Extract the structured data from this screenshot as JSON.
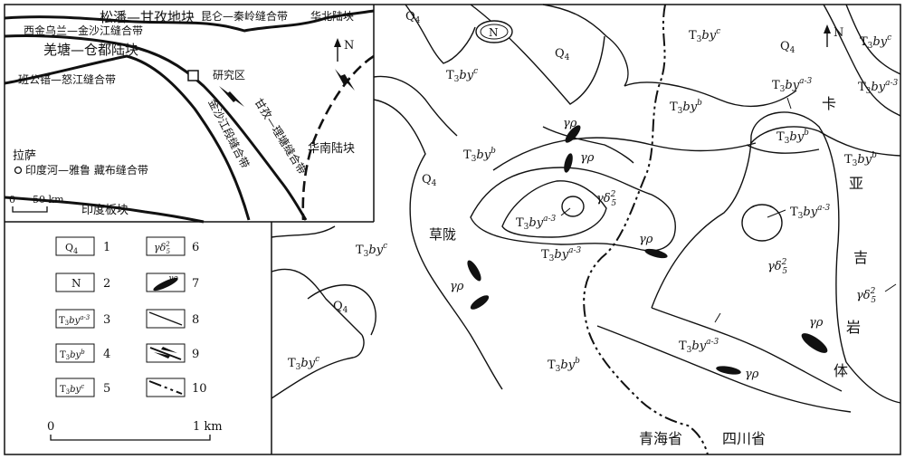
{
  "inset": {
    "labels": {
      "songpan": "松潘—甘孜地块",
      "kunlun": "昆仑—秦岭缝合带",
      "huabei": "华北陆块",
      "xijin": "西金乌兰—金沙江缝合带",
      "qiangtang": "羌塘—仓都陆块",
      "yanjiu": "研究区",
      "bangong": "班公错—怒江缝合带",
      "jinsha": "金沙江段缝合带",
      "ganzi": "甘孜—理塘缝合带",
      "huanan": "华南陆块",
      "lasa": "拉萨",
      "yindu_suture": "印度河—雅鲁 藏布缝合带",
      "yindu_plate": "印度板块",
      "scale_0": "0",
      "scale_50": "50 km",
      "north": "N"
    }
  },
  "legend": {
    "items": [
      {
        "num": "1",
        "sym": "Q4"
      },
      {
        "num": "2",
        "sym": "N"
      },
      {
        "num": "3",
        "sym": "T3bya-3"
      },
      {
        "num": "4",
        "sym": "T3byb"
      },
      {
        "num": "5",
        "sym": "T3byc"
      },
      {
        "num": "6",
        "sym": "γδ52"
      },
      {
        "num": "7",
        "sym": "γρ"
      },
      {
        "num": "8",
        "sym": "line"
      },
      {
        "num": "9",
        "sym": "fault"
      },
      {
        "num": "10",
        "sym": "boundary"
      }
    ],
    "scale_0": "0",
    "scale_1": "1 km"
  },
  "map": {
    "north": "N",
    "caolong": "草陇",
    "ka": "卡",
    "ya": "亚",
    "ji": "吉",
    "yan": "岩",
    "ti": "体",
    "qinghai": "青海省",
    "sichuan": "四川省",
    "n_mark": "N"
  },
  "colors": {
    "ink": "#111111",
    "paper": "#ffffff"
  }
}
